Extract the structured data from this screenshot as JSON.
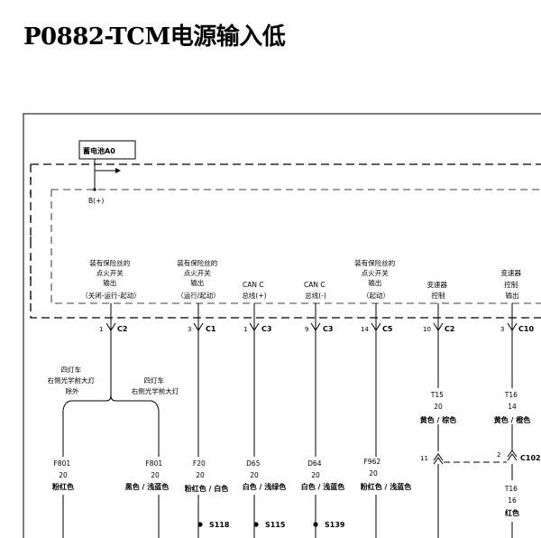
{
  "title": "P0882-TCM电源输入低",
  "battery": {
    "label": "蓄电池A0",
    "terminal": "B(+)"
  },
  "module_pins": [
    {
      "id": "fused-ignition-run-start",
      "lines": [
        "装有保险丝的",
        "点火开关",
        "输出",
        "（关闭-运行-起动）"
      ],
      "pin": "1",
      "connector": "C2"
    },
    {
      "id": "fused-ignition-run-start-2",
      "lines": [
        "装有保险丝的",
        "点火开关",
        "输出",
        "（运行/起动）"
      ],
      "pin": "3",
      "connector": "C1"
    },
    {
      "id": "can-c-plus",
      "lines": [
        "CAN C",
        "总线(+)"
      ],
      "pin": "1",
      "connector": "C3"
    },
    {
      "id": "can-c-minus",
      "lines": [
        "CAN C",
        "总线(-)"
      ],
      "pin": "9",
      "connector": "C3"
    },
    {
      "id": "fused-ignition-start",
      "lines": [
        "装有保险丝的",
        "点火开关",
        "输出",
        "（起动）"
      ],
      "pin": "14",
      "connector": "C5"
    },
    {
      "id": "transmission-control",
      "lines": [
        "变速器",
        "控制"
      ],
      "pin": "10",
      "connector": "C2"
    },
    {
      "id": "transmission-control-output",
      "lines": [
        "变速器",
        "控制",
        "输出"
      ],
      "pin": "3",
      "connector": "C10"
    }
  ],
  "branch_notes": {
    "except": [
      "四灯车",
      "右侧光学前大灯",
      "除外"
    ],
    "with": [
      "四灯车",
      "右侧光学前大灯"
    ]
  },
  "wires": [
    {
      "code": "F801",
      "gauge": "20",
      "color": "粉红色"
    },
    {
      "code": "F801",
      "gauge": "20",
      "color": "黑色 / 浅蓝色"
    },
    {
      "code": "F20",
      "gauge": "20",
      "color": "粉红色 / 白色"
    },
    {
      "code": "D65",
      "gauge": "20",
      "color": "白色 / 浅绿色"
    },
    {
      "code": "D64",
      "gauge": "20",
      "color": "白色 / 浅蓝色"
    },
    {
      "code": "F962",
      "gauge": "20",
      "color": "粉红色 / 浅蓝色"
    },
    {
      "code": "T15",
      "gauge": "20",
      "color": "黄色 / 棕色"
    },
    {
      "code": "T16",
      "gauge": "14",
      "color": "黄色 / 橙色"
    },
    {
      "code": "T16",
      "gauge": "16",
      "color": "红色"
    }
  ],
  "splices": [
    "S118",
    "S115",
    "S139"
  ],
  "inline_connector": {
    "pin_left": "11",
    "pin_right": "2",
    "label": "C102"
  },
  "colors": {
    "line": "#000000",
    "background": "#ffffff"
  }
}
